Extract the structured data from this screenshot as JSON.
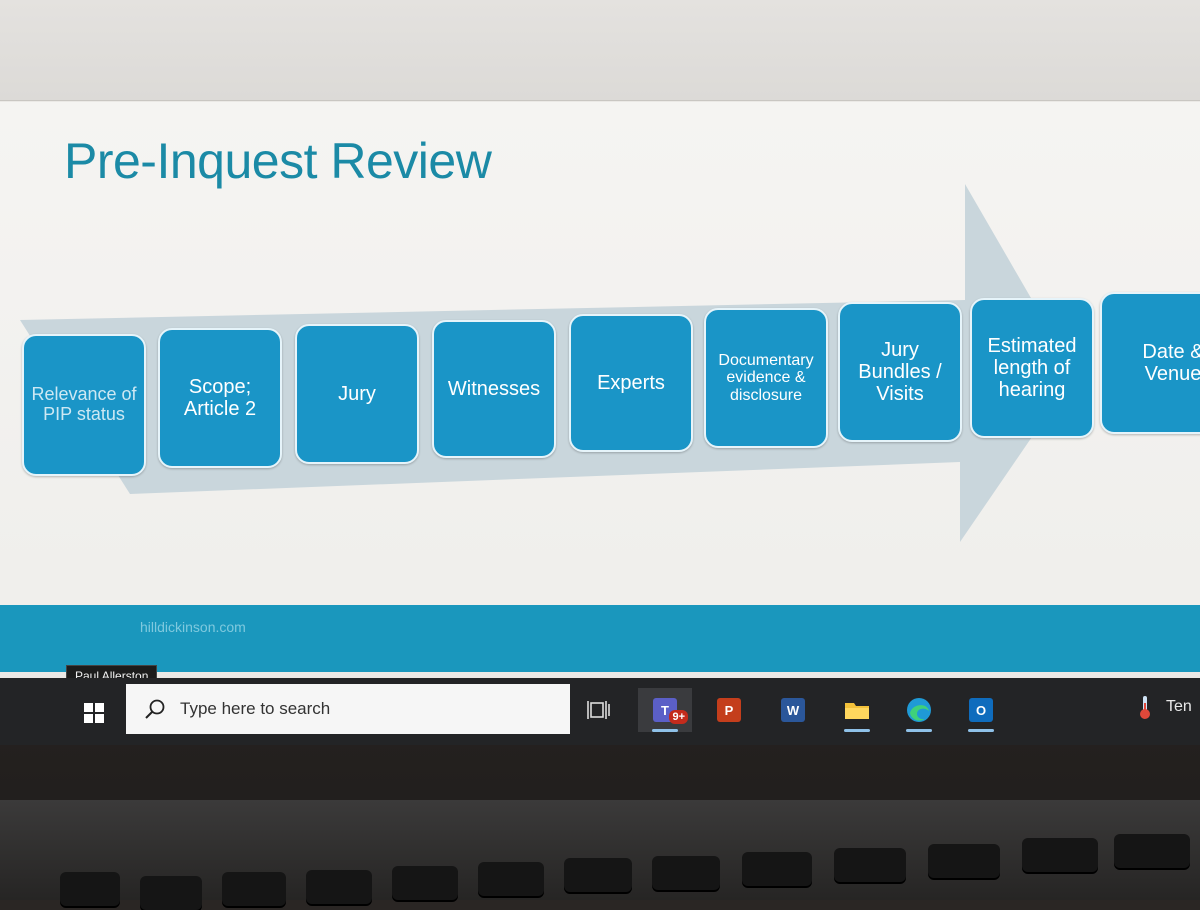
{
  "slide": {
    "title": "Pre-Inquest Review",
    "steps": [
      "Relevance of PIP status",
      "Scope; Article 2",
      "Jury",
      "Witnesses",
      "Experts",
      "Documentary evidence & disclosure",
      "Jury Bundles / Visits",
      "Estimated length of hearing",
      "Date & Venue"
    ],
    "footer_text": "hilldickinson.com"
  },
  "presenter": {
    "name": "Paul Allerston"
  },
  "taskbar": {
    "search_placeholder": "Type here to search",
    "teams_badge": "9+",
    "tray_text": "Ten",
    "icons": [
      "windows-start-icon",
      "search-icon",
      "task-view-icon",
      "teams-icon",
      "powerpoint-icon",
      "word-icon",
      "file-explorer-icon",
      "edge-icon",
      "outlook-icon",
      "thermometer-icon"
    ]
  },
  "colors": {
    "title": "#1b8aa6",
    "step_fill": "#1a95c7",
    "arrow": "#c9d6dc",
    "footer_band": "#1a97bd",
    "taskbar": "#232426"
  }
}
